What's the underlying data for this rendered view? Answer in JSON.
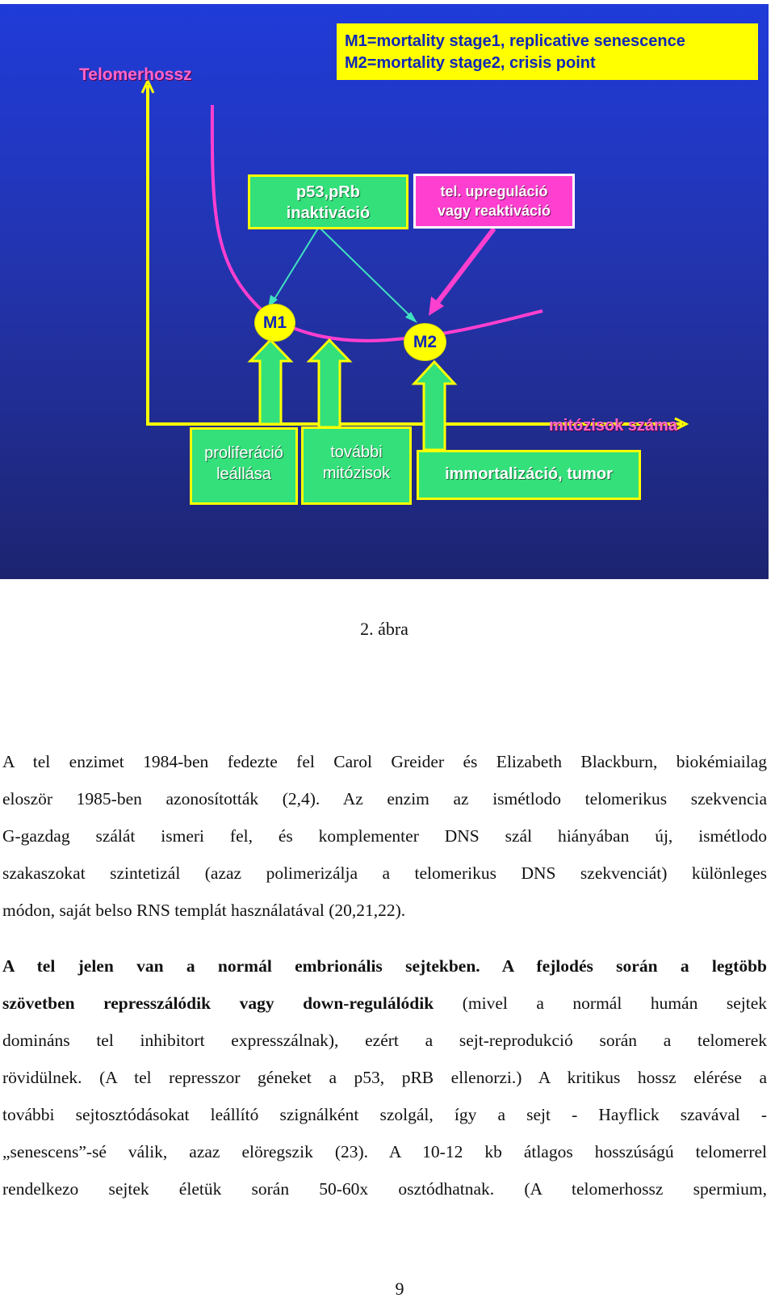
{
  "figure": {
    "y_axis_label": "Telomerhossz",
    "x_axis_label": "mitózisok száma",
    "legend": {
      "line1": "M1=mortality stage1, replicative senescence",
      "line2": "M2=mortality stage2, crisis point"
    },
    "box_p53": {
      "line1": "p53,pRb",
      "line2": "inaktiváció"
    },
    "box_upreg": {
      "line1": "tel. upreguláció",
      "line2": "vagy reaktiváció"
    },
    "m1": "M1",
    "m2": "M2",
    "box_prolif": {
      "line1": "proliferáció",
      "line2": "leállása"
    },
    "box_tovabbi": {
      "line1": "további",
      "line2": "mitózisok"
    },
    "box_immort": "immortalizáció, tumor",
    "colors": {
      "background_top": "#1f3bd8",
      "background_bottom": "#1c2470",
      "axis": "#ffff00",
      "curve": "#ff3fcf",
      "green": "#33e07a",
      "pink": "#ff3fcf",
      "arrow_cyan": "#40e0c0"
    }
  },
  "caption": "2. ábra",
  "paragraph1": [
    "A tel enzimet 1984-ben fedezte fel Carol Greider és Elizabeth Blackburn, biokémiailag",
    "eloször 1985-ben azonosították (2,4). Az enzim az ismétlodo telomerikus szekvencia",
    "G-gazdag szálát ismeri fel, és komplementer DNS szál hiányában új, ismétlodo",
    "szakaszokat szintetizál (azaz polimerizálja a telomerikus DNS szekvenciát) különleges",
    "módon, saját belso RNS templát használatával (20,21,22)."
  ],
  "paragraph2": {
    "line1_bold": "A tel jelen van a normál embrionális sejtekben. A fejlodés során a legtöbb",
    "line2_bold": "szövetben represszálódik vagy down-regulálódik",
    "line2_rest": " (mivel a normál humán sejtek",
    "lines": [
      "domináns tel inhibitort expresszálnak), ezért a sejt-reprodukció során a telomerek",
      "rövidülnek. (A tel represszor géneket a p53, pRB ellenorzi.) A kritikus hossz elérése a",
      "további sejtosztódásokat leállító szignálként szolgál, így a sejt - Hayflick szavával -",
      "„senescens”-sé válik, azaz elöregszik (23). A 10-12 kb átlagos hosszúságú telomerrel",
      "rendelkezo sejtek életük során 50-60x osztódhatnak. (A telomerhossz spermium,"
    ]
  },
  "page_number": "9"
}
